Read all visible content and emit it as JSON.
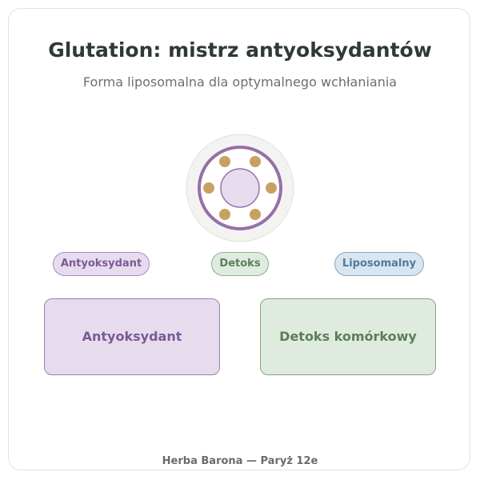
{
  "header": {
    "title": "Glutation: mistrz antyoksydantów",
    "subtitle": "Forma liposomalna dla optymalnego wchłaniania"
  },
  "emblem": {
    "icon": "liposome-icon",
    "colors": {
      "outer_fill": "#f3f4f1",
      "ring": "#9670a8",
      "core": "#e6dcee",
      "dots": "#c8a063"
    }
  },
  "tags": [
    {
      "label": "Antyoksydant",
      "color": "#7a5a96"
    },
    {
      "label": "Detoks",
      "color": "#5b7f57"
    },
    {
      "label": "Liposomalny",
      "color": "#52799a"
    }
  ],
  "cards": [
    {
      "label": "Antyoksydant",
      "color": "#7a5a96"
    },
    {
      "label": "Detoks komórkowy",
      "color": "#5b7f57"
    }
  ],
  "footer": {
    "text": "Herba Barona — Paryż 12e"
  }
}
